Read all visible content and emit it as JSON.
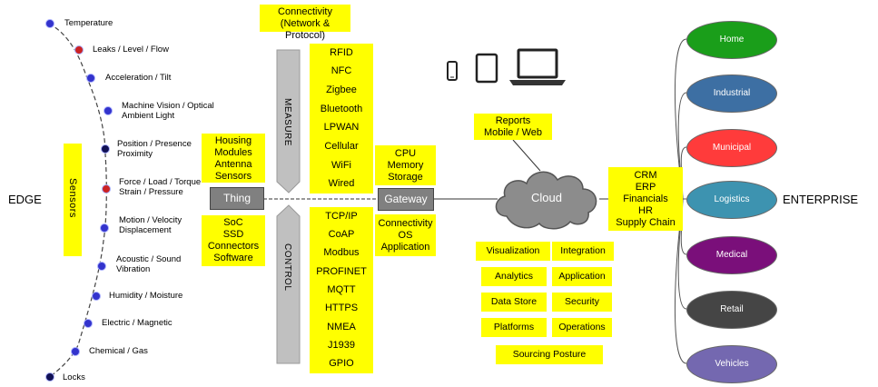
{
  "edge_label": "EDGE",
  "enterprise_label": "ENTERPRISE",
  "sensors_label": "Sensors",
  "sensors": [
    {
      "label": "Temperature",
      "style": "normal"
    },
    {
      "label": "Leaks / Level / Flow",
      "style": "red"
    },
    {
      "label": "Acceleration / Tilt",
      "style": "normal"
    },
    {
      "label": "Machine Vision / Optical\nAmbient Light",
      "style": "normal"
    },
    {
      "label": "Position / Presence\nProximity",
      "style": "dark"
    },
    {
      "label": "Force / Load / Torque\nStrain / Pressure",
      "style": "red"
    },
    {
      "label": "Motion / Velocity\nDisplacement",
      "style": "normal"
    },
    {
      "label": "Acoustic / Sound\nVibration",
      "style": "normal"
    },
    {
      "label": "Humidity / Moisture",
      "style": "normal"
    },
    {
      "label": "Electric / Magnetic",
      "style": "normal"
    },
    {
      "label": "Chemical / Gas",
      "style": "normal"
    },
    {
      "label": "Locks",
      "style": "dark"
    }
  ],
  "thing": {
    "label": "Thing",
    "top": [
      "Housing",
      "Modules",
      "Antenna",
      "Sensors"
    ],
    "bottom": [
      "SoC",
      "SSD",
      "Connectors",
      "Software"
    ]
  },
  "connectivity": {
    "title_line1": "Connectivity",
    "title_line2": "(Network & Protocol)",
    "measure_label": "MEASURE",
    "control_label": "CONTROL",
    "measure": [
      "RFID",
      "NFC",
      "Zigbee",
      "Bluetooth",
      "LPWAN",
      "Cellular",
      "WiFi",
      "Wired"
    ],
    "control": [
      "TCP/IP",
      "CoAP",
      "Modbus",
      "PROFINET",
      "MQTT",
      "HTTPS",
      "NMEA",
      "J1939",
      "GPIO"
    ]
  },
  "gateway": {
    "label": "Gateway",
    "top": [
      "CPU",
      "Memory",
      "Storage"
    ],
    "bottom": [
      "Connectivity",
      "OS",
      "Application"
    ]
  },
  "reports": {
    "line1": "Reports",
    "line2": "Mobile / Web"
  },
  "cloud": {
    "label": "Cloud",
    "tiers": [
      [
        "Visualization",
        "Integration"
      ],
      [
        "Analytics",
        "Application"
      ],
      [
        "Data Store",
        "Security"
      ],
      [
        "Platforms",
        "Operations"
      ]
    ],
    "sourcing": "Sourcing Posture"
  },
  "enterprise_apps": [
    "CRM",
    "ERP",
    "Financials",
    "HR",
    "Supply Chain"
  ],
  "verticals": [
    {
      "label": "Home",
      "color": "#1a9e1a"
    },
    {
      "label": "Industrial",
      "color": "#3d6fa3"
    },
    {
      "label": "Municipal",
      "color": "#ff3b3b"
    },
    {
      "label": "Logistics",
      "color": "#3d93b0"
    },
    {
      "label": "Medical",
      "color": "#7a0f7a"
    },
    {
      "label": "Retail",
      "color": "#454545"
    },
    {
      "label": "Vehicles",
      "color": "#7468b0"
    }
  ],
  "colors": {
    "highlight": "#ffff00",
    "button_gray": "#808080",
    "cloud_gray": "#8c8c8c"
  },
  "icons": [
    "phone-icon",
    "tablet-icon",
    "laptop-icon"
  ]
}
